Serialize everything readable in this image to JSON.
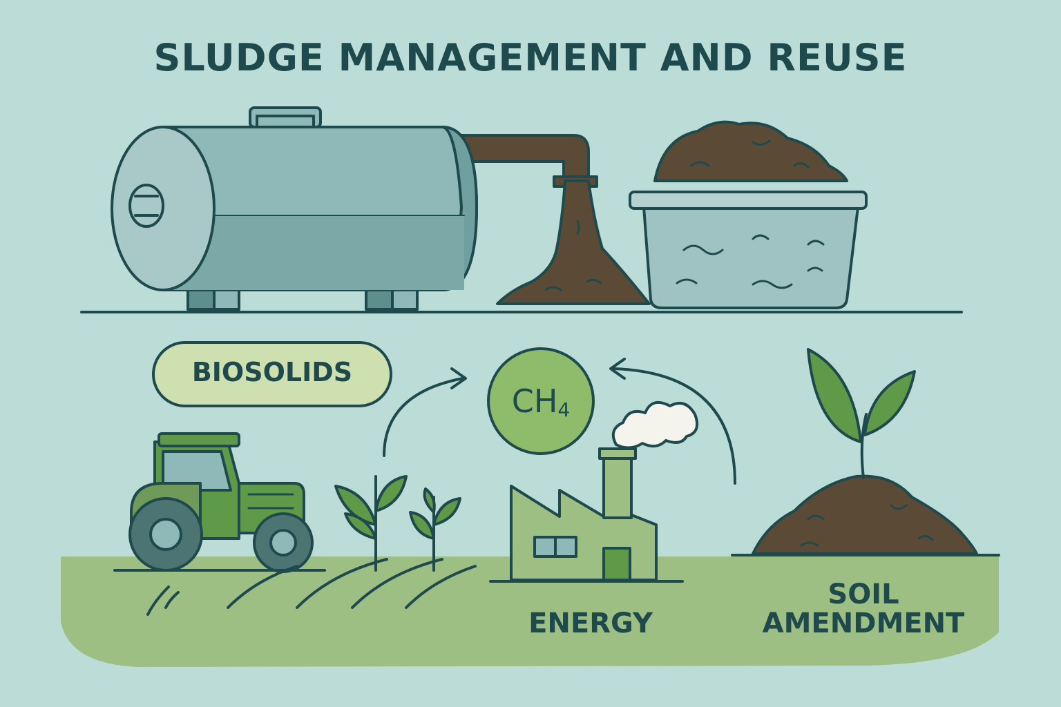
{
  "title": "SLUDGE MANAGEMENT AND REUSE",
  "labels": {
    "biosolids": "BIOSOLIDS",
    "methane": "CH",
    "methane_subscript": "4",
    "energy": "ENERGY",
    "soil_amendment": "SOIL AMENDMENT"
  },
  "colors": {
    "background": "#bcdcd8",
    "outline": "#1f4a4d",
    "tank": "#8fb8b8",
    "sludge": "#5b4a36",
    "grass": "#9dbf84",
    "leaf": "#5e9a48",
    "pill": "#cfe0b0",
    "methane_circle": "#8fbc6a"
  },
  "icons": [
    "storage-tank-icon",
    "pipe-icon",
    "sludge-container-icon",
    "tractor-icon",
    "crop-icon",
    "factory-icon",
    "smoke-icon",
    "sprout-icon",
    "soil-pile-icon",
    "arrow-icon"
  ]
}
